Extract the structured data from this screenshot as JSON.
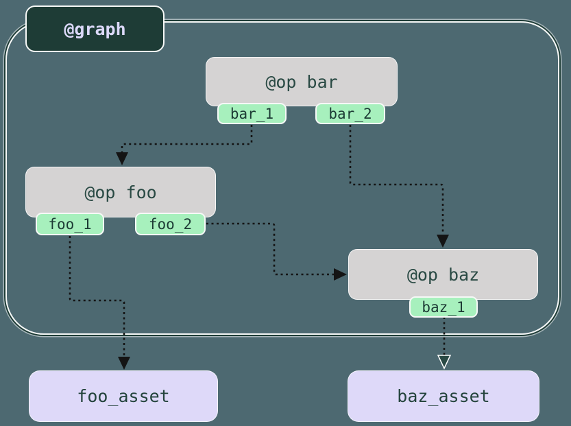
{
  "colors": {
    "background": "#4d6971",
    "dark_green": "#1e3c36",
    "node_gray": "#d5d3d3",
    "tab_green": "#a7f0bd",
    "asset_lavender": "#ded9f9",
    "edge_black": "#141414",
    "label_text": "#dcd9fa",
    "node_text": "#2a4a44",
    "border_white": "#f6f8f7"
  },
  "graph": {
    "label": "@graph"
  },
  "ops": [
    {
      "label": "@op bar",
      "outputs": [
        {
          "label": "bar_1"
        },
        {
          "label": "bar_2"
        }
      ]
    },
    {
      "label": "@op foo",
      "outputs": [
        {
          "label": "foo_1"
        },
        {
          "label": "foo_2"
        }
      ]
    },
    {
      "label": "@op baz",
      "outputs": [
        {
          "label": "baz_1"
        }
      ]
    }
  ],
  "assets": [
    {
      "label": "foo_asset"
    },
    {
      "label": "baz_asset"
    }
  ],
  "edges": [
    {
      "from": "bar_1",
      "to": "@op foo"
    },
    {
      "from": "bar_2",
      "to": "@op baz"
    },
    {
      "from": "foo_2",
      "to": "@op baz"
    },
    {
      "from": "foo_1",
      "to": "foo_asset"
    },
    {
      "from": "baz_1",
      "to": "baz_asset"
    }
  ]
}
